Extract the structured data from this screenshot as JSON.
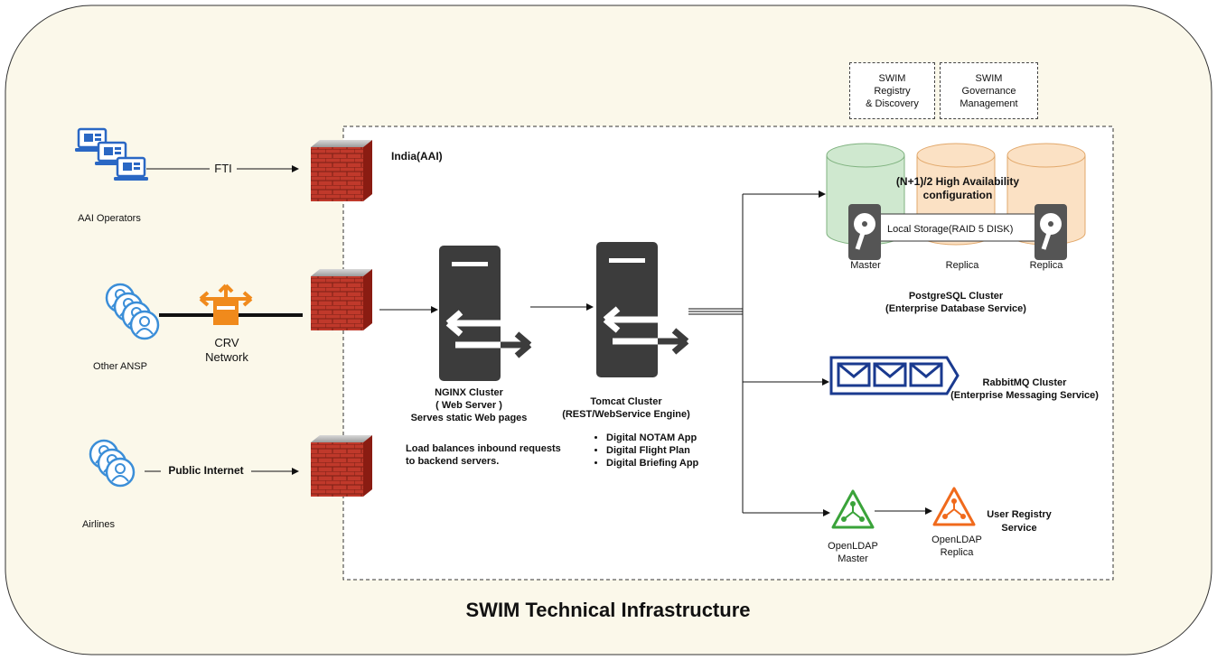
{
  "title": "SWIM Technical Infrastructure",
  "region_label": "India(AAI)",
  "governance": {
    "registry": [
      "SWIM",
      "Registry",
      "& Discovery"
    ],
    "management": [
      "SWIM",
      "Governance",
      "Management"
    ]
  },
  "actors": {
    "operators": "AAI Operators",
    "ansp": "Other ANSP",
    "airlines": "Airlines"
  },
  "links": {
    "fti": "FTI",
    "crv": [
      "CRV",
      "Network"
    ],
    "public_internet": "Public Internet"
  },
  "nginx": {
    "title": [
      "NGINX Cluster",
      "( Web Server )",
      "Serves static Web pages"
    ],
    "note": [
      "Load balances inbound requests",
      "to backend servers."
    ]
  },
  "tomcat": {
    "title": [
      "Tomcat Cluster",
      "(REST/WebService Engine)"
    ],
    "apps": [
      "Digital NOTAM App",
      "Digital Flight Plan",
      "Digital Briefing App"
    ]
  },
  "postgres": {
    "ha": [
      "(N+1)/2 High Availability",
      "configuration"
    ],
    "storage": "Local Storage(RAID 5 DISK)",
    "nodes": [
      "Master",
      "Replica",
      "Replica"
    ],
    "title": [
      "PostgreSQL Cluster",
      "(Enterprise Database Service)"
    ]
  },
  "rabbitmq": {
    "title": [
      "RabbitMQ Cluster",
      "(Enterprise Messaging Service)"
    ]
  },
  "ldap": {
    "master": [
      "OpenLDAP",
      "Master"
    ],
    "replica": [
      "OpenLDAP",
      "Replica"
    ],
    "service": [
      "User Registry",
      "Service"
    ]
  },
  "colors": {
    "firewall": "#c0392b",
    "server": "#3c3c3c",
    "user_icon": "#3b8ed8",
    "crv": "#f08a1c",
    "db_master": "#cfe8cf",
    "db_replica": "#fbe1c4",
    "rabbit": "#1a3a8f",
    "ldap_master": "#3aa33a",
    "ldap_replica": "#f06a1c",
    "panel_bg": "#fbf8ea"
  }
}
